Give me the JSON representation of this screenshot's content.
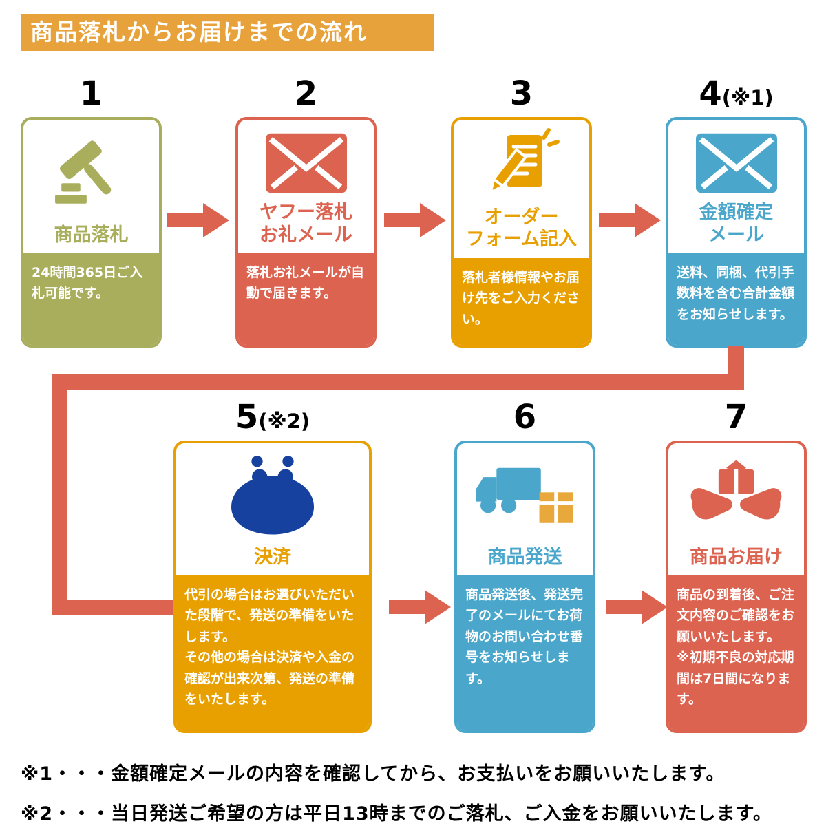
{
  "header": {
    "title": "商品落札からお届けまでの流れ"
  },
  "steps": [
    {
      "number": "1",
      "suffix": "",
      "title": "商品落札",
      "body": "24時間365日ご入札可能です。",
      "icon": "gavel-icon",
      "color": "#A8AE5B"
    },
    {
      "number": "2",
      "suffix": "",
      "title": "ヤフー落札\nお礼メール",
      "body": "落札お礼メールが自動で届きます。",
      "icon": "mail-icon",
      "color": "#DB6350"
    },
    {
      "number": "3",
      "suffix": "",
      "title": "オーダー\nフォーム記入",
      "body": "落札者様情報やお届け先をご入力ください。",
      "icon": "order-form-icon",
      "color": "#E8A000"
    },
    {
      "number": "4",
      "suffix": "(※1)",
      "title": "金額確定\nメール",
      "body": "送料、同梱、代引手数料を含む合計金額をお知らせします。",
      "icon": "mail-icon",
      "color": "#4AA7CB"
    },
    {
      "number": "5",
      "suffix": "(※2)",
      "title": "決済",
      "body": "代引の場合はお選びいただいた段階で、発送の準備をいたします。\nその他の場合は決済や入金の確認が出来次第、発送の準備をいたします。",
      "icon": "purse-icon",
      "color": "#E8A000"
    },
    {
      "number": "6",
      "suffix": "",
      "title": "商品発送",
      "body": "商品発送後、発送完了のメールにてお荷物のお問い合わせ番号をお知らせします。",
      "icon": "truck-box-icon",
      "color": "#4AA7CB"
    },
    {
      "number": "7",
      "suffix": "",
      "title": "商品お届け",
      "body": "商品の到着後、ご注文内容のご確認をお願いいたします。\n※初期不良の対応期間は7日間になります。",
      "icon": "hands-package-icon",
      "color": "#DB6350"
    }
  ],
  "notes": [
    "※1・・・金額確定メールの内容を確認してから、お支払いをお願いいたします。",
    "※2・・・当日発送ご希望の方は平日13時までのご落札、ご入金をお願いいたします。"
  ],
  "colors": {
    "header_bg": "#E8A23C",
    "arrow": "#DB6350",
    "purse": "#16419E",
    "box": "#E8A83B"
  }
}
